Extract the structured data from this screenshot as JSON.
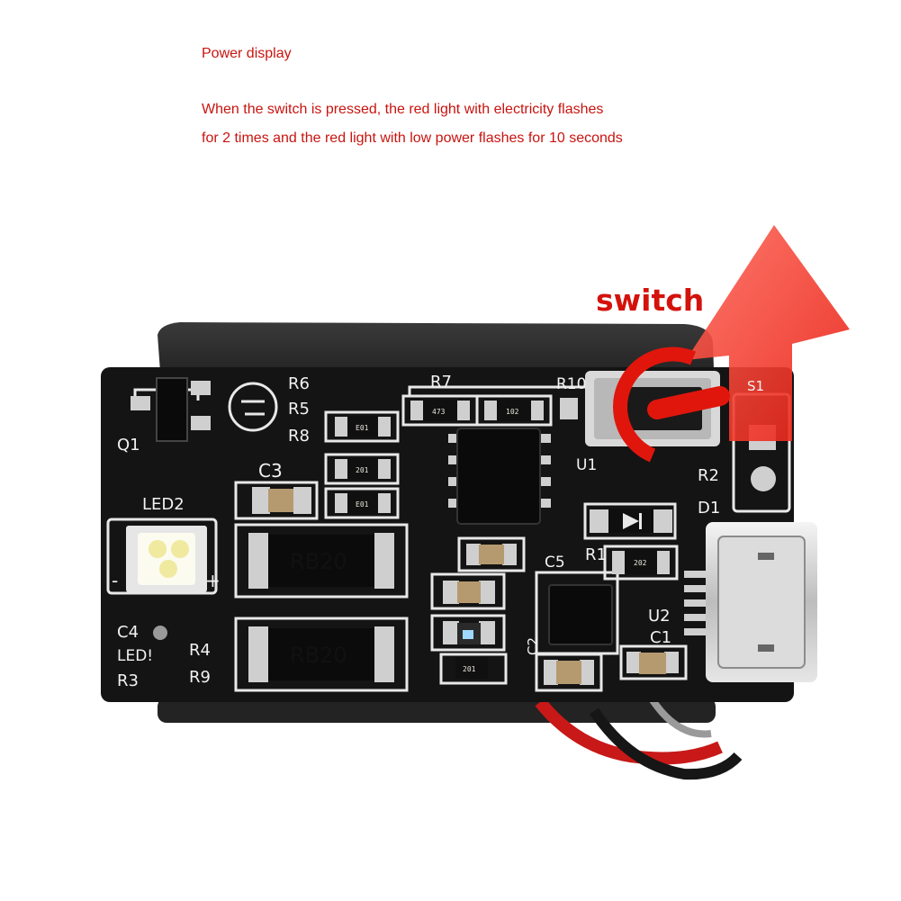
{
  "caption": {
    "title": "Power display",
    "line1": "When the switch is pressed, the red light with electricity flashes",
    "line2": "for 2 times and the red light with low power flashes for 10 seconds"
  },
  "callout": {
    "label": "switch",
    "color": "#d4120c"
  },
  "board": {
    "silkscreen": {
      "q1": "Q1",
      "r6": "R6",
      "r5": "R5",
      "r8": "R8",
      "r7": "R7",
      "r10": "R10",
      "s1": "S1",
      "u1": "U1",
      "r2": "R2",
      "d1": "D1",
      "c3": "C3",
      "led2": "LED2",
      "c5": "C5",
      "r1": "R1",
      "u2": "U2",
      "c1": "C1",
      "c2": "C2",
      "c4": "C4",
      "led1": "LED!",
      "r3": "R3",
      "r4": "R4",
      "r9": "R9",
      "plus": "+",
      "minus": "-"
    },
    "chip_codes": {
      "r7": "473",
      "r10": "102",
      "r6": "E01",
      "r5": "201",
      "r8": "E01",
      "r2": "202",
      "r4": "201"
    },
    "resistors": {
      "top": "RB20",
      "bottom": "RB20"
    },
    "colors": {
      "pcb": "#141414",
      "silk": "#f2f2f2",
      "pad": "#cfcfcf",
      "accent": "#d4120c"
    }
  }
}
